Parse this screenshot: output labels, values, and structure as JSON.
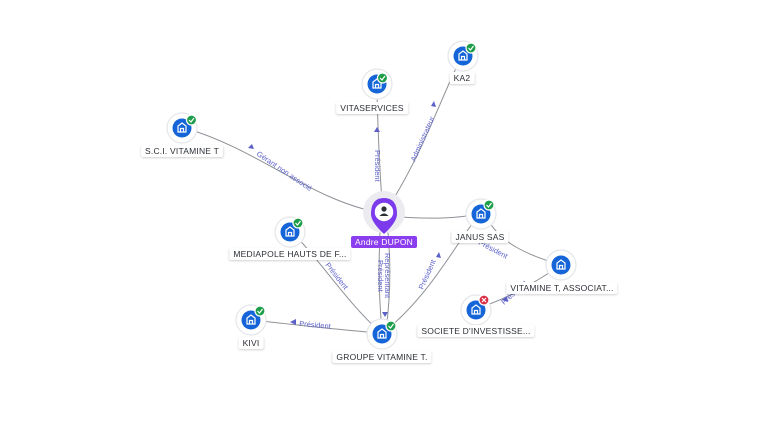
{
  "colors": {
    "company": "#1565d8",
    "person": "#7c3aed",
    "ok": "#1e9e4a",
    "ko": "#d93045",
    "edge_label": "#5b5fc7"
  },
  "center": {
    "label": "Andre DUPON",
    "icon": "person-icon"
  },
  "nodes": [
    {
      "label": "VITASERVICES",
      "status": "ok",
      "icon": "building-icon"
    },
    {
      "label": "KA2",
      "status": "ok",
      "icon": "building-icon"
    },
    {
      "label": "S.C.I. VITAMINE T",
      "status": "ok",
      "icon": "building-icon"
    },
    {
      "label": "JANUS SAS",
      "status": "ok",
      "icon": "building-icon"
    },
    {
      "label": "MEDIAPOLE HAUTS DE F...",
      "status": "ok",
      "icon": "building-icon"
    },
    {
      "label": "VITAMINE T, ASSOCIAT...",
      "status": "none",
      "icon": "building-icon"
    },
    {
      "label": "KIVI",
      "status": "ok",
      "icon": "building-icon"
    },
    {
      "label": "SOCIETE D'INVESTISSE...",
      "status": "ko",
      "icon": "building-icon"
    },
    {
      "label": "GROUPE VITAMINE T.",
      "status": "ok",
      "icon": "building-icon"
    }
  ],
  "edge_labels": {
    "vitaservices": "Président",
    "ka2": "Administrateur",
    "sci": "Gérant non associé",
    "janus": "Président",
    "groupe1": "Président",
    "groupe2": "Représentant",
    "mediapole": "Président",
    "kivi": "Président",
    "janus_groupe": "Président",
    "assoc": "Président"
  }
}
